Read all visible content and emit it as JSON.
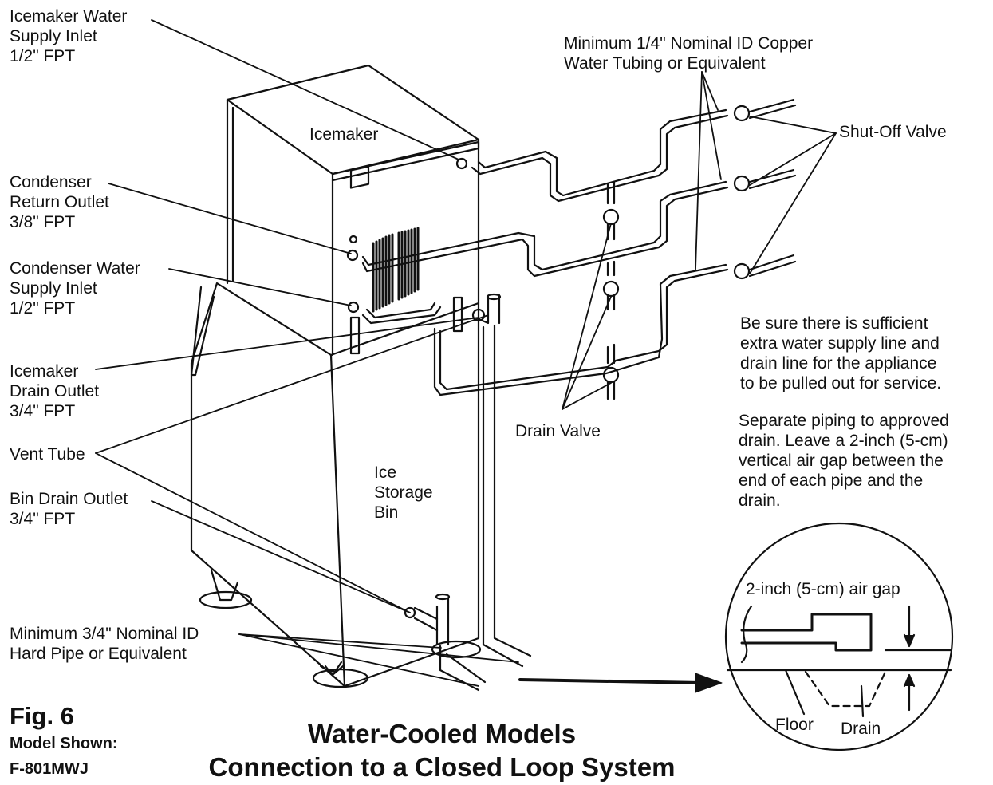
{
  "labels": {
    "icemaker_water_inlet": "Icemaker Water\nSupply Inlet\n1/2\" FPT",
    "condenser_return": "Condenser\nReturn Outlet\n3/8\" FPT",
    "condenser_supply": "Condenser Water\nSupply Inlet\n1/2\" FPT",
    "icemaker_drain": "Icemaker\nDrain Outlet\n3/4\" FPT",
    "vent_tube": "Vent Tube",
    "bin_drain": "Bin Drain Outlet\n3/4\" FPT",
    "hard_pipe": "Minimum 3/4\" Nominal ID\nHard Pipe or Equivalent",
    "copper_tubing": "Minimum 1/4\" Nominal ID Copper\nWater Tubing or Equivalent",
    "shutoff_valve": "Shut-Off Valve",
    "icemaker": "Icemaker",
    "drain_valve": "Drain Valve",
    "ice_storage_bin": "Ice\nStorage\nBin",
    "note_extra_line": "Be sure there is sufficient\nextra water supply line and\ndrain line for the appliance\nto be pulled out for service.",
    "note_separate_piping": "Separate piping to approved\ndrain. Leave a 2-inch (5-cm)\nvertical air gap between the\nend of each pipe and the\ndrain.",
    "air_gap": "2-inch (5-cm) air gap",
    "floor": "Floor",
    "drain": "Drain"
  },
  "caption": {
    "fig": "Fig. 6",
    "model_shown": "Model Shown:",
    "model": "F-801MWJ",
    "title_line1": "Water-Cooled Models",
    "title_line2": "Connection to a Closed Loop System"
  }
}
